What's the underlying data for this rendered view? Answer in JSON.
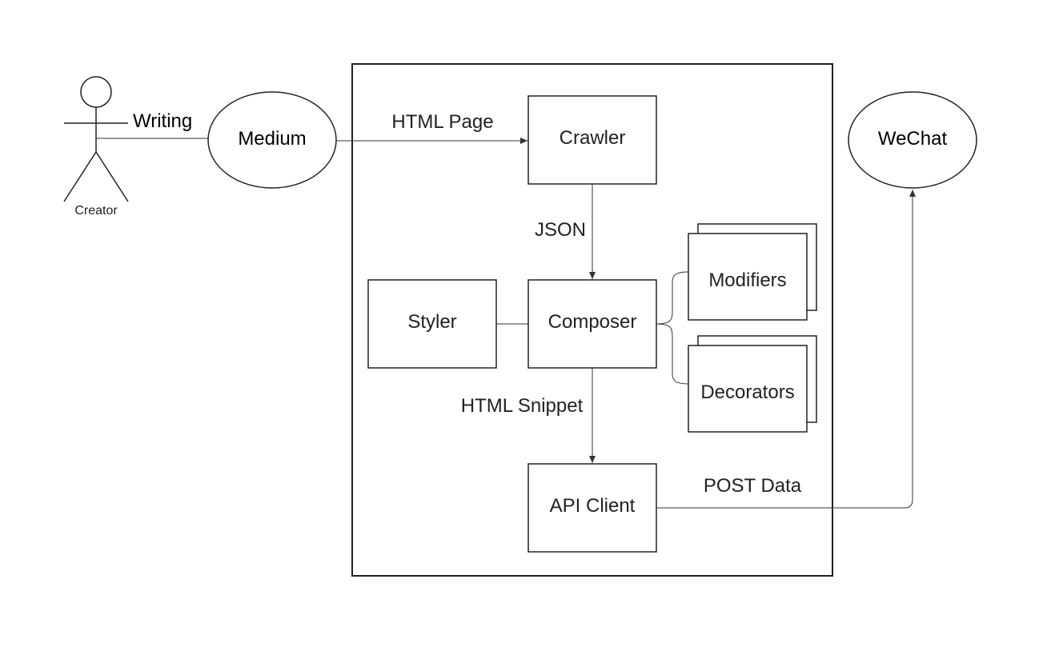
{
  "actor": {
    "label": "Creator",
    "action": "Writing"
  },
  "nodes": {
    "medium": "Medium",
    "wechat": "WeChat",
    "crawler": "Crawler",
    "composer": "Composer",
    "styler": "Styler",
    "modifiers": "Modifiers",
    "decorators": "Decorators",
    "api_client": "API Client"
  },
  "edges": {
    "html_page": "HTML Page",
    "json": "JSON",
    "html_snippet": "HTML Snippet",
    "post_data": "POST Data"
  }
}
